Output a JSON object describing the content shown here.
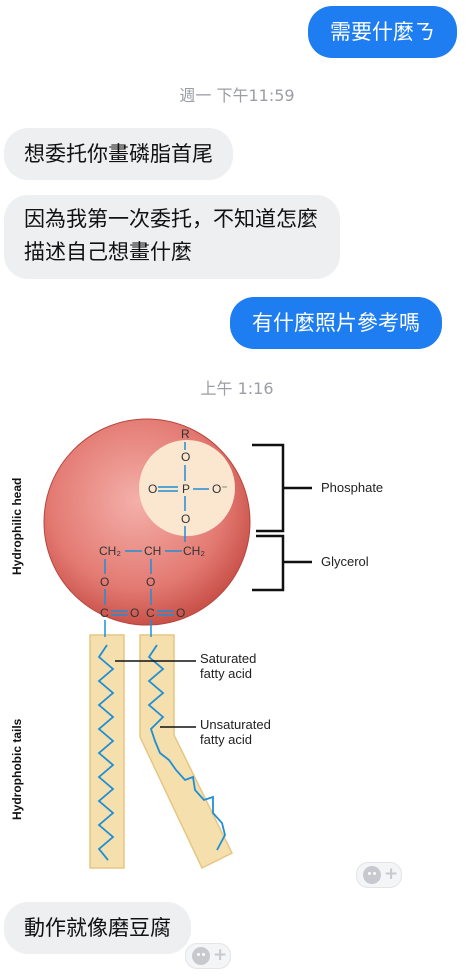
{
  "messages": {
    "m1": "需要什麼ㄋ",
    "m2": "想委托你畫磷脂⾸尾",
    "m3_line1": "因為我第一次委托，不知道怎麼",
    "m3_line2": "描述自己想畫什麼",
    "m4": "有什麼照片參考嗎",
    "m5": "動作就像磨豆腐"
  },
  "timestamps": {
    "t1": "週一 下午11:59",
    "t2": "上午 1:16"
  },
  "figure": {
    "r": "R",
    "o": "O",
    "p": "P",
    "o_minus": "O⁻",
    "ch2": "CH₂",
    "ch": "CH",
    "c": "C",
    "phosphate": "Phosphate",
    "glycerol": "Glycerol",
    "saturated": [
      "Saturated",
      "fatty acid"
    ],
    "unsaturated": [
      "Unsaturated",
      "fatty acid"
    ],
    "hydrophilic": "Hydrophilic head",
    "hydrophobic": "Hydrophobic tails"
  },
  "colors": {
    "accent": "#1e7df0",
    "bubble_in": "#eeeff1",
    "timestamp": "#9b9ea3"
  },
  "icons": [
    "reaction-icon"
  ]
}
